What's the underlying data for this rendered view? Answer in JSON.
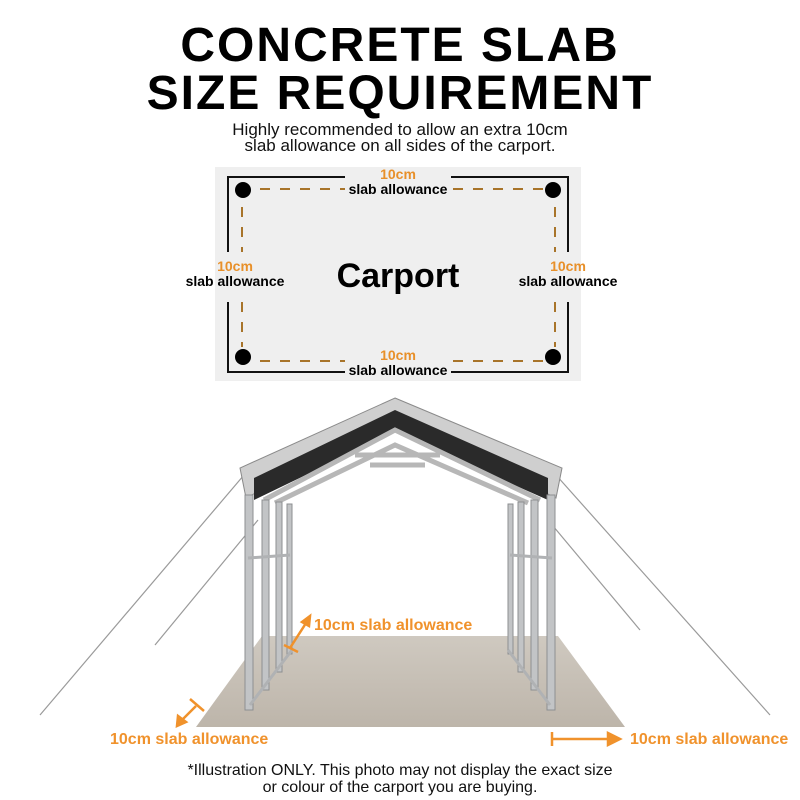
{
  "header": {
    "title_line1": "CONCRETE SLAB",
    "title_line2": "SIZE REQUIREMENT",
    "subtitle_line1": "Highly recommended to allow an extra 10cm",
    "subtitle_line2": "slab allowance on all sides of the carport."
  },
  "diagram": {
    "center_label": "Carport",
    "top": {
      "value": "10cm",
      "label": "slab allowance"
    },
    "left": {
      "value": "10cm",
      "label": "slab allowance"
    },
    "right": {
      "value": "10cm",
      "label": "slab allowance"
    },
    "bottom": {
      "value": "10cm",
      "label": "slab allowance"
    },
    "accent_color": "#e8902a"
  },
  "photo": {
    "back_label": "10cm slab allowance",
    "front_left_label": "10cm slab allowance",
    "front_right_label": "10cm slab allowance",
    "arrow_color": "#f0922c"
  },
  "footer": {
    "disclaimer_line1": "*Illustration ONLY. This photo may not display the exact size",
    "disclaimer_line2": "or colour of the carport you are buying."
  }
}
